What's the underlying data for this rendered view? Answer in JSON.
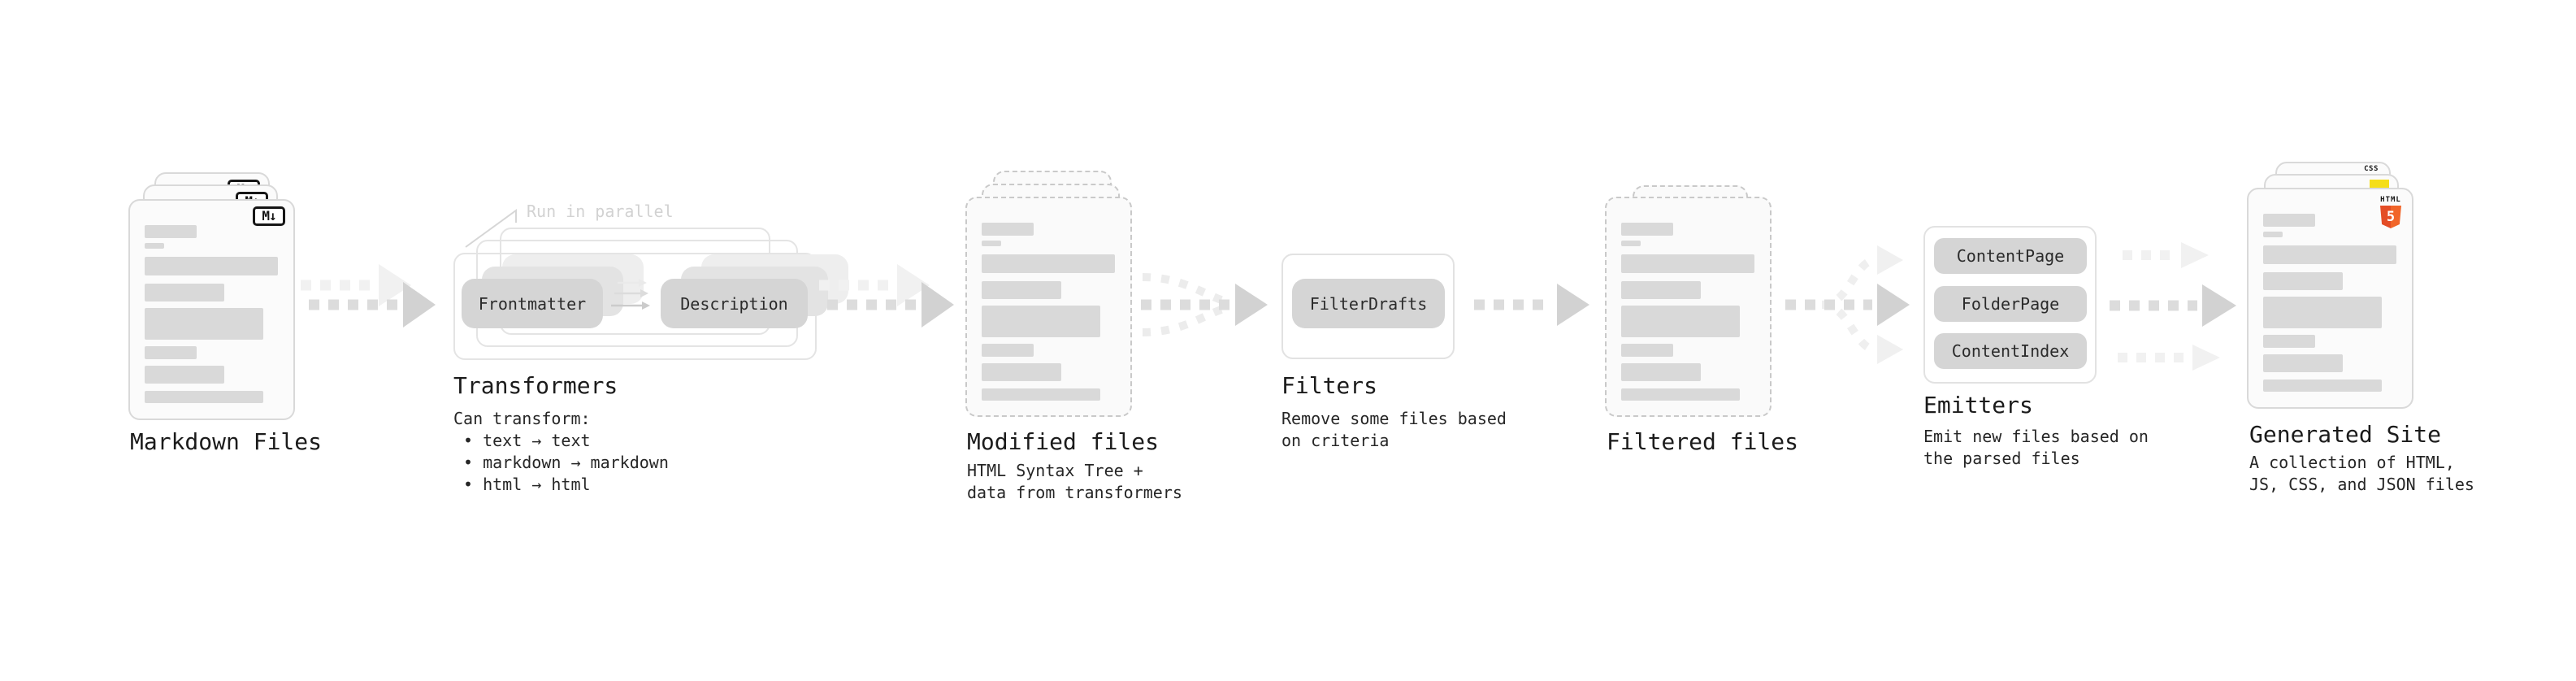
{
  "stages": {
    "markdown": {
      "label": "Markdown Files",
      "badge": "M↓"
    },
    "transformers": {
      "label": "Transformers",
      "annotation": "Run in parallel",
      "nodes": [
        "Frontmatter",
        "Description"
      ],
      "desc_title": "Can transform:",
      "bullets": [
        "• text → text",
        "• markdown → markdown",
        "• html → html"
      ]
    },
    "modified": {
      "label": "Modified files",
      "desc": [
        "HTML Syntax Tree +",
        "data from transformers"
      ]
    },
    "filters": {
      "label": "Filters",
      "nodes": [
        "FilterDrafts"
      ],
      "desc": [
        "Remove some files based",
        "on criteria"
      ]
    },
    "filtered": {
      "label": "Filtered files"
    },
    "emitters": {
      "label": "Emitters",
      "nodes": [
        "ContentPage",
        "FolderPage",
        "ContentIndex"
      ],
      "desc": [
        "Emit new files based on",
        "the parsed files"
      ]
    },
    "site": {
      "label": "Generated Site",
      "desc": [
        "A collection of HTML,",
        "JS, CSS, and JSON files"
      ],
      "badges": {
        "html_word": "HTML",
        "html_number": "5",
        "css_word": "CSS"
      }
    }
  },
  "colors": {
    "html5_orange": "#e44d26",
    "html5_orange_light": "#f16529",
    "css_blue": "#2b6be4",
    "js_yellow": "#f5de19",
    "arrow_gray": "#d2d2d2"
  }
}
